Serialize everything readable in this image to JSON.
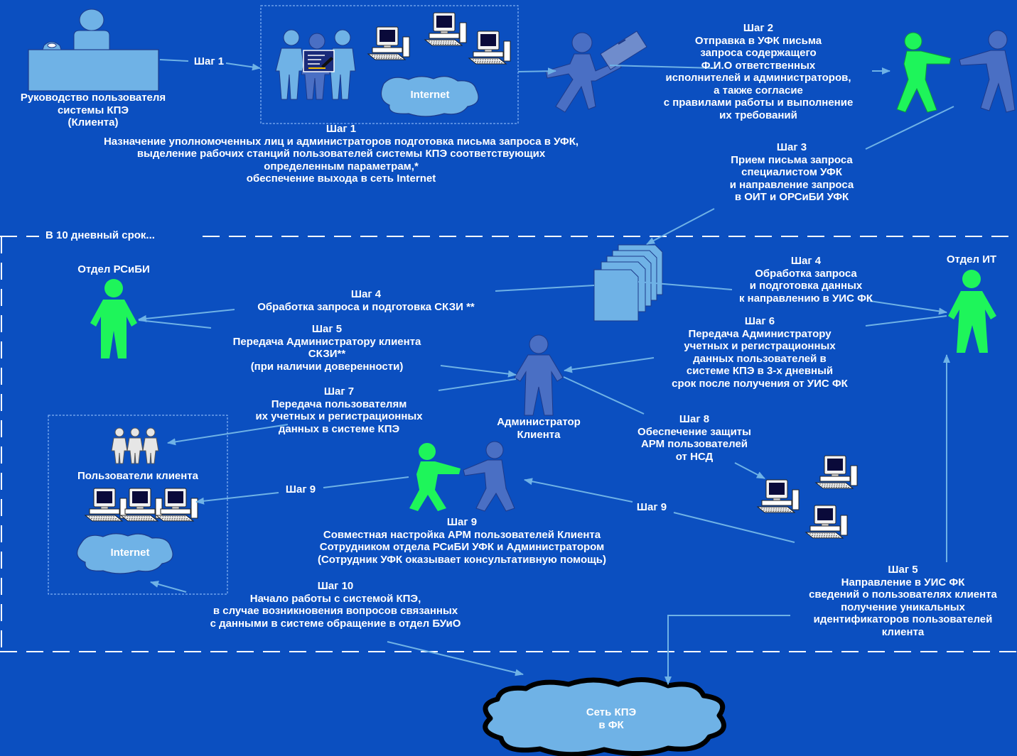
{
  "colors": {
    "background": "#0b4fc0",
    "person_green": "#1ef55a",
    "person_blue": "#4a6fc4",
    "box": "#6fb2e6",
    "dashed": "#ffffff"
  },
  "top": {
    "client_caption": "Руководство пользователя\nсистемы КПЭ\n(Клиента)",
    "step1_arrow": "Шаг 1",
    "internet_top": "Internet",
    "step1_desc": "Шаг 1\nНазначение уполномоченных лиц и администраторов подготовка письма запроса в УФК,\nвыделение рабочих станций пользователей системы КПЭ соответствующих\nопределенным параметрам,*\nобеспечение выхода в сеть Internet",
    "step2_desc": "Шаг 2\nОтправка в УФК письма\nзапроса содержащего\nФ.И.О ответственных\nисполнителей  и администраторов,\nа также  согласие\nс правилами работы и выполнение\nих требований",
    "step3_desc": "Шаг 3\nПрием письма запроса\nспециалистом УФК\nи направление запроса\nв ОИТ и ОРСиБИ УФК"
  },
  "middle": {
    "deadline_label": "В 10 дневный срок...",
    "dept_rsibi": "Отдел РСиБИ",
    "dept_it": "Отдел ИТ",
    "step4_right": "Шаг 4\nОбработка запроса\nи подготовка данных\nк направлению в УИС ФК",
    "step4_left": "Шаг 4\nОбработка запроса и подготовка СКЗИ **",
    "step5_left": "Шаг 5\nПередача  Администратору клиента\nСКЗИ**\n(при наличии доверенности)",
    "step6": "Шаг 6\nПередача Администратору\nучетных и регистрационных\nданных пользователей в\nсистеме КПЭ в 3-х дневный\nсрок после получения от УИС ФК",
    "step7": "Шаг 7\nПередача пользователям\nих учетных и регистрационных\nданных в системе КПЭ",
    "admin_caption": "Администратор\nКлиента",
    "step8": "Шаг 8\nОбеспечение защиты\nАРМ пользователей\nот НСД",
    "client_users": "Пользователи клиента",
    "internet_bottom": "Internet",
    "step9_left": "Шаг 9",
    "step9_right": "Шаг 9",
    "step9_desc": "Шаг 9\nСовместная настройка АРМ пользователей Клиента\nСотрудником отдела РСиБИ УФК и Администратором\n(Сотрудник УФК оказывает консультативную помощь)",
    "step10": "Шаг 10\nНачало работы с системой КПЭ,\nв случае возникновения вопросов связанных\nс данными в системе обращение в отдел БУиО",
    "step5_right": "Шаг 5\nНаправление  в УИС ФК\nсведений о пользователях клиента\nполучение уникальных\nидентификаторов пользователей\nклиента"
  },
  "bottom": {
    "network_cloud": "Сеть КПЭ\nв ФК"
  }
}
